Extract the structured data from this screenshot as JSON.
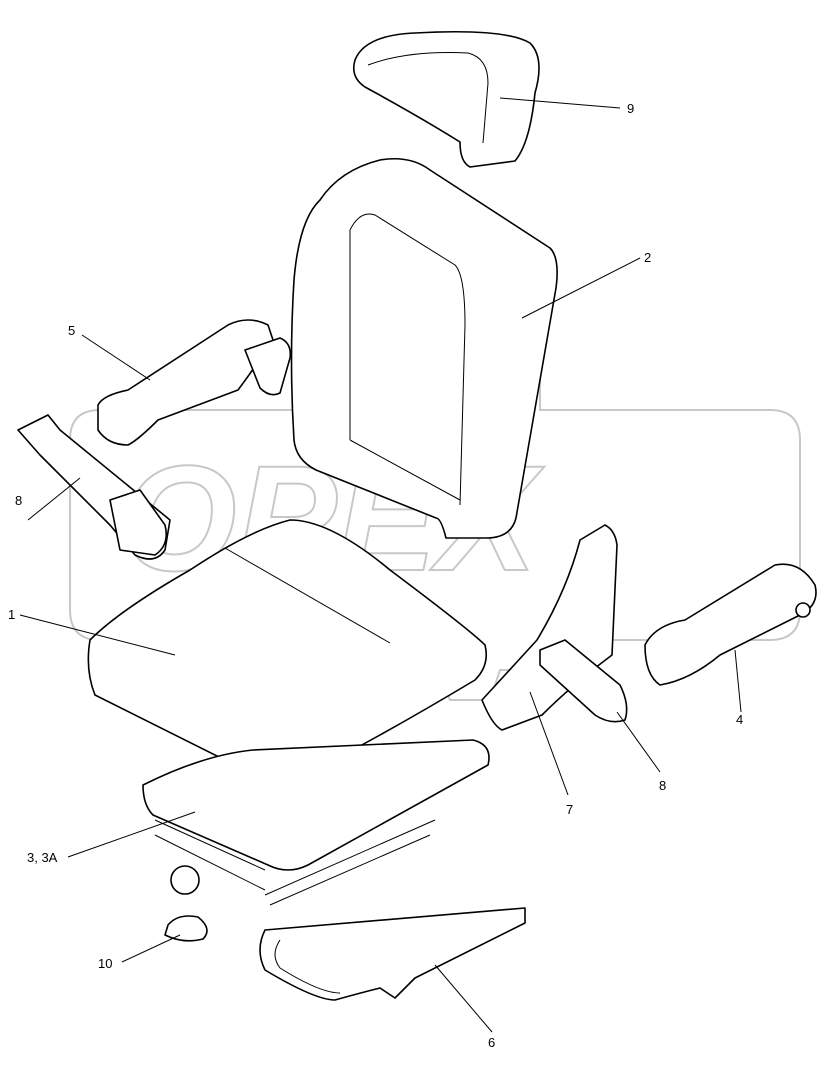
{
  "diagram": {
    "watermark": "OPEX",
    "callouts": [
      {
        "id": "headrest",
        "label": "9"
      },
      {
        "id": "backrest",
        "label": "2"
      },
      {
        "id": "armrest-left",
        "label": "5"
      },
      {
        "id": "seatbelt-left",
        "label": "8"
      },
      {
        "id": "seat-cushion",
        "label": "1"
      },
      {
        "id": "armrest-right",
        "label": "4"
      },
      {
        "id": "bracket",
        "label": "7"
      },
      {
        "id": "seatbelt-right",
        "label": "8"
      },
      {
        "id": "suspension",
        "label": "3, 3A"
      },
      {
        "id": "knob-cap",
        "label": "10"
      },
      {
        "id": "frame",
        "label": "6"
      }
    ]
  }
}
